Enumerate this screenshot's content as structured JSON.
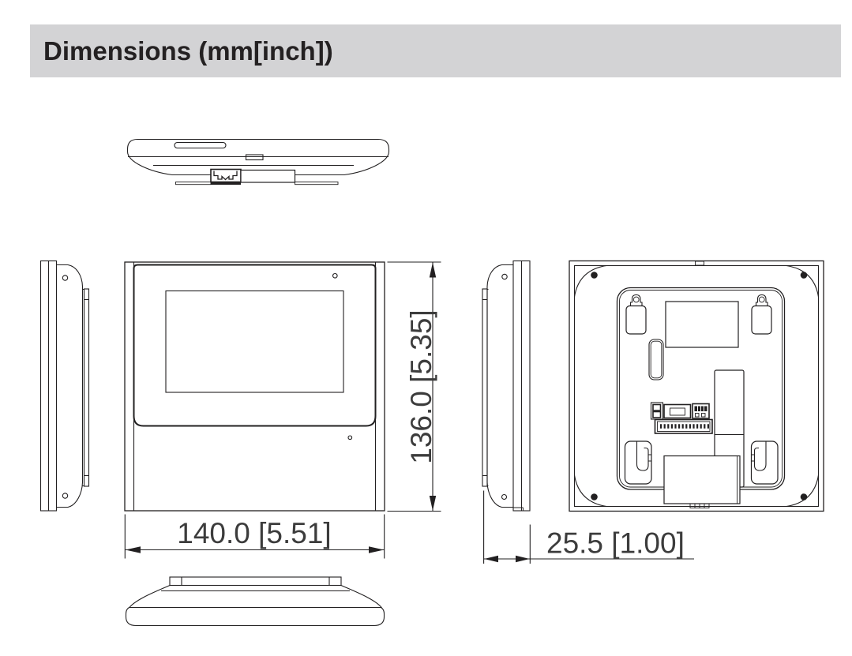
{
  "header": {
    "title": "Dimensions (mm[inch])"
  },
  "dimensions": {
    "width_label": "140.0 [5.51]",
    "height_label": "136.0 [5.35]",
    "depth_label": "25.5 [1.00]"
  },
  "colors": {
    "header_background": "#d3d3d5",
    "line": "#222021",
    "dimension_text": "#3c3c3c"
  }
}
